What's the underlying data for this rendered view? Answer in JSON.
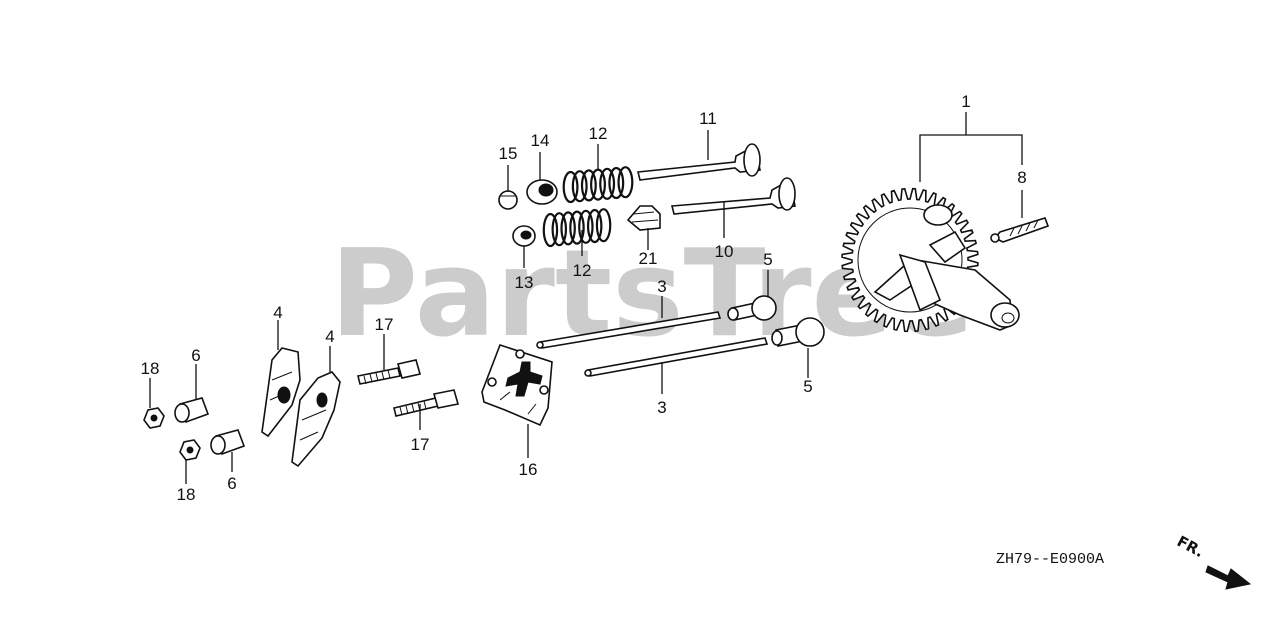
{
  "watermark": "PartsTree",
  "diagram_code": "ZH79--E0900A",
  "direction_label": "FR.",
  "callouts": {
    "c1": "1",
    "c3a": "3",
    "c3b": "3",
    "c4a": "4",
    "c4b": "4",
    "c5a": "5",
    "c5b": "5",
    "c6a": "6",
    "c6b": "6",
    "c8": "8",
    "c10": "10",
    "c11": "11",
    "c12a": "12",
    "c12b": "12",
    "c13": "13",
    "c14": "14",
    "c15": "15",
    "c16": "16",
    "c17a": "17",
    "c17b": "17",
    "c18a": "18",
    "c18b": "18",
    "c21": "21"
  }
}
